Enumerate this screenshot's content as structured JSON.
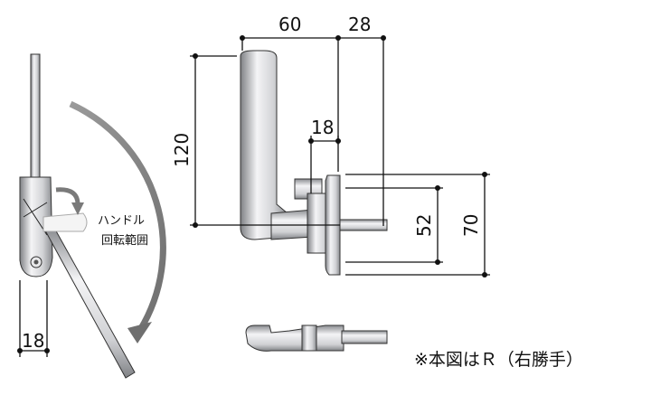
{
  "dimensions": {
    "width_60": "60",
    "depth_28": "28",
    "height_120": "120",
    "offset_18_front": "18",
    "pitch_52": "52",
    "plate_70": "70",
    "side_18": "18"
  },
  "labels": {
    "rotation_line1": "ハンドル",
    "rotation_line2": "回転範囲"
  },
  "note": "※本図はＲ（右勝手）",
  "colors": {
    "line": "#111111",
    "metal_light": "#f2f2f4",
    "metal_dark": "#8a8c90",
    "arrow": "#7a7a7a"
  }
}
